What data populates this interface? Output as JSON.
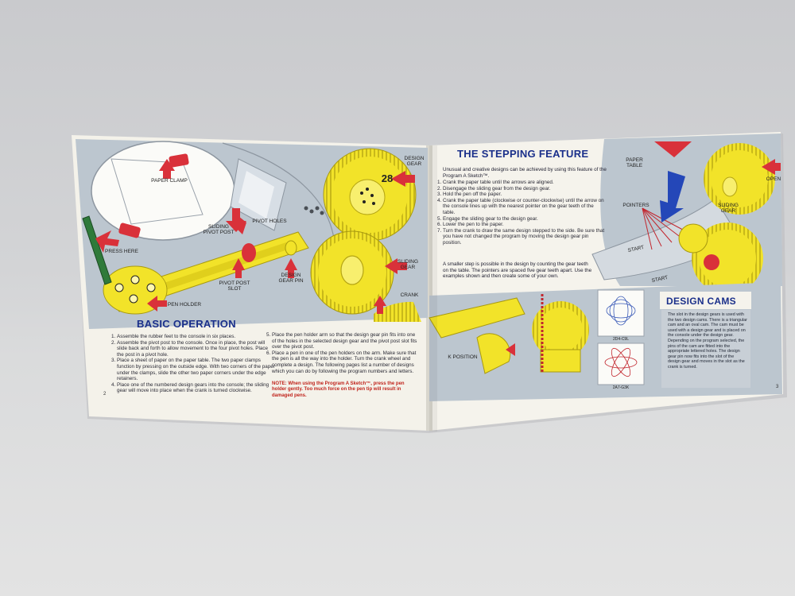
{
  "colors": {
    "background": "#cfd0d2",
    "paper": "#f4f2ea",
    "console_grey": "#b9c4cf",
    "part_yellow": "#f2e329",
    "arrow_red": "#d9313a",
    "heading_blue": "#1a2f8a",
    "pen_green": "#2f7a3a"
  },
  "left_page": {
    "callouts": {
      "paper_clamp": "PAPER CLAMP",
      "sliding_pivot_post": "SLIDING PIVOT POST",
      "pivot_holes": "PIVOT HOLES",
      "design_gear": "DESIGN GEAR",
      "press_here": "PRESS HERE",
      "pivot_post_slot": "PIVOT POST SLOT",
      "design_gear_pin": "DESIGN GEAR PIN",
      "sliding_gear": "SLIDING GEAR",
      "crank": "CRANK",
      "pen_holder": "PEN HOLDER",
      "gear_number": "28"
    },
    "title": "BASIC OPERATION",
    "steps_col1": [
      "Assemble the rubber feet to the console in six places.",
      "Assemble the pivot post to the console. Once in place, the post will slide back and forth to allow movement to the four pivot holes. Place the post in a pivot hole.",
      "Place a sheet of paper on the paper table. The two paper clamps function by pressing on the outside edge. With two corners of the paper under the clamps, slide the other two paper corners under the edge retainers.",
      "Place one of the numbered design gears into the console; the sliding gear will move into place when the crank is turned clockwise."
    ],
    "steps_col2": [
      "Place the pen holder arm so that the design gear pin fits into one of the holes in the selected design gear and the pivot post slot fits over the pivot post.",
      "Place a pen in one of the pen holders on the arm. Make sure that the pen is all the way into the holder. Turn the crank wheel and complete a design. The following pages list a number of designs which you can do by following the program numbers and letters."
    ],
    "note": "NOTE: When using the Program A Sketch™, press the pen holder gently. Too much force on the pen tip will result in damaged pens.",
    "page_number": "2"
  },
  "right_page": {
    "title": "THE STEPPING FEATURE",
    "intro": "Unusual and creative designs can be achieved by using this feature of the Program A Sketch™.",
    "steps": [
      "Crank the paper table until the arrows are aligned.",
      "Disengage the sliding gear from the design gear.",
      "Hold the pen off the paper.",
      "Crank the paper table (clockwise or counter-clockwise) until the arrow on the console lines up with the nearest pointer on the gear teeth of the table.",
      "Engage the sliding gear to the design gear.",
      "Lower the pen to the paper.",
      "Turn the crank to draw the same design stepped to the side. Be sure that you have not changed the program by moving the design gear pin position."
    ],
    "paragraph": "A smaller step is possible in the design by counting the gear teeth on the table. The pointers are spaced five gear teeth apart. Use the examples shown and then create some of your own.",
    "callouts": {
      "paper_table": "PAPER TABLE",
      "pointers": "POINTERS",
      "sliding_gear": "SLIDING GEAR",
      "start_1": "START",
      "start_2": "START",
      "open": "OPEN",
      "k_position": "K POSITION",
      "example_1": "2D4-C9L",
      "example_2": "2A7-G3K"
    },
    "cams_title": "DESIGN CAMS",
    "cams_text": "The slot in the design gears is used with the two design cams. There is a triangular cam and an oval cam. The cam must be used with a design gear and is placed on the console under the design gear. Depending on the program selected, the pins of the cam are fitted into the appropriate lettered holes. The design gear pin now fits into the slot of the design gear and moves in the slot as the crank is turned.",
    "page_number": "3"
  }
}
